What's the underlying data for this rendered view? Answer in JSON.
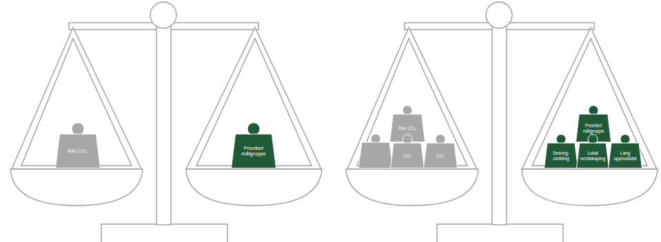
{
  "diagram": {
    "nodes": [
      {
        "text": [
          "Kilo CO₂"
        ]
      },
      {
        "text": [
          "Prioritert målgruppe"
        ]
      },
      {
        "text": [
          "Kilo CO₂"
        ]
      },
      {
        "text": [
          "CO₂"
        ]
      },
      {
        "text": [
          "CO₂"
        ]
      },
      {
        "text": [
          "Prioritert målgruppe"
        ]
      },
      {
        "text": [
          "Sesong- utvikling"
        ]
      },
      {
        "text": [
          "Lokal verdiskaping"
        ]
      },
      {
        "text": [
          "Lang oppholdstid"
        ]
      }
    ]
  }
}
